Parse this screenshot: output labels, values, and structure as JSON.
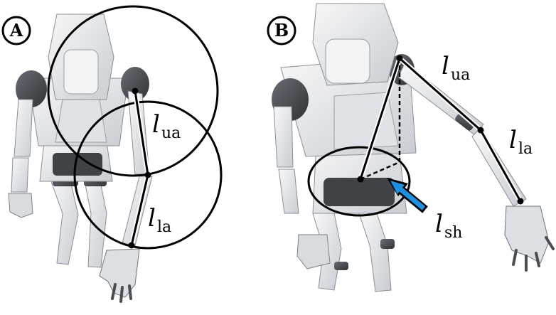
{
  "panels": [
    {
      "badge": "A",
      "labels": [
        {
          "symbol": "l",
          "subscript": "ua"
        },
        {
          "symbol": "l",
          "subscript": "la"
        }
      ]
    },
    {
      "badge": "B",
      "labels": [
        {
          "symbol": "l",
          "subscript": "ua"
        },
        {
          "symbol": "l",
          "subscript": "la"
        },
        {
          "symbol": "l",
          "subscript": "sh"
        }
      ]
    }
  ],
  "colors": {
    "line": "#000000",
    "arrow": "#1f8fe0",
    "robot_body": "#e9ecef",
    "robot_shade": "#b7bcc2",
    "robot_dark": "#4a4d52"
  },
  "icons": [
    "robot-figure-icon",
    "pointer-arrow-icon"
  ]
}
